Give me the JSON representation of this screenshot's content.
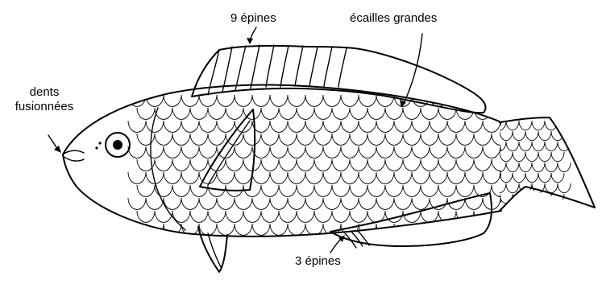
{
  "labels": {
    "dorsal_spines": "9 épines",
    "large_scales": "écailles grandes",
    "teeth_line1": "dents",
    "teeth_line2": "fusionnées",
    "anal_spines": "3 épines"
  },
  "colors": {
    "ink": "#000000",
    "background": "#ffffff"
  }
}
